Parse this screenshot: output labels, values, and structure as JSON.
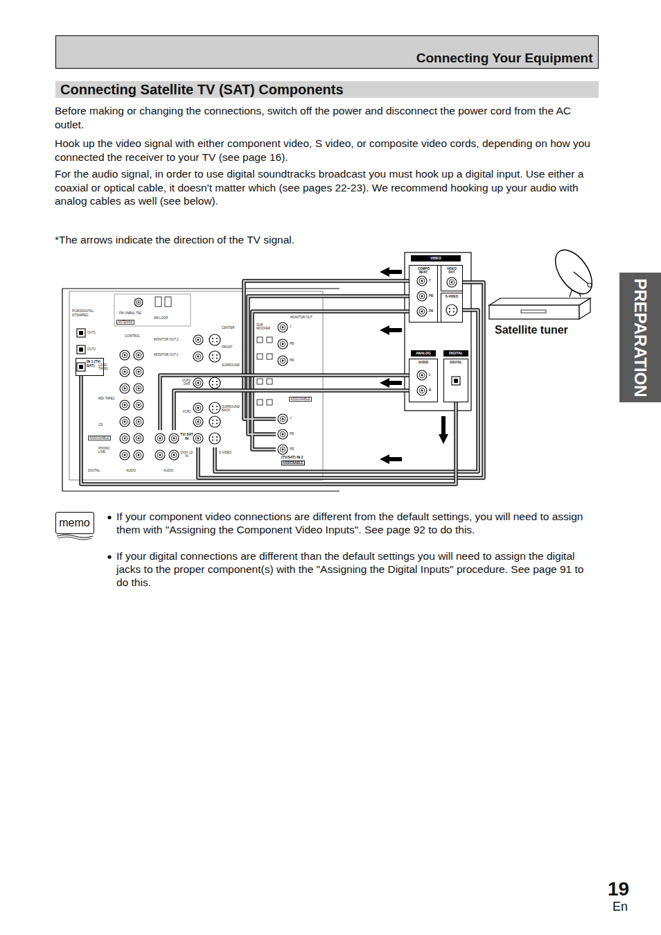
{
  "diagram": {
    "title": "Connecting Satellite TV (SAT) Components",
    "nodes": [
      {
        "text": [
          "Connecting Your Equipment"
        ]
      },
      {
        "text": [
          "VIDEO"
        ]
      },
      {
        "text": [
          "COMPO NENT"
        ],
        "in": 1
      },
      {
        "text": [
          "VIDEO OUT"
        ],
        "in": 1
      },
      {
        "text": [
          "S-VIDEO"
        ],
        "in": 1
      },
      {
        "text": [
          "ANALOG",
          "AUDIO"
        ]
      },
      {
        "text": [
          "DIGITAL",
          "DIGITAL"
        ]
      },
      {
        "text": [
          "IN 1 (TV/ SAT)"
        ]
      },
      {
        "text": [
          "TV/ SAT IN"
        ]
      },
      {
        "text": [
          "(TV/SAT) IN 2",
          "ASSIGNABLE"
        ]
      },
      {
        "text": [
          "memo"
        ]
      },
      {
        "text": [
          "PREPARATION"
        ]
      }
    ],
    "edges": [
      {
        "from": 2,
        "to": 9,
        "arrow": "none"
      },
      {
        "from": 3,
        "to": 8,
        "arrow": "none"
      },
      {
        "from": 4,
        "to": 8,
        "arrow": "none"
      },
      {
        "from": 5,
        "to": 8,
        "arrow": "none"
      },
      {
        "from": 6,
        "to": 7,
        "arrow": "none"
      }
    ],
    "labels": [
      "Before making or changing the connections, switch off the power and disconnect the power cord from the AC outlet.",
      "Hook up the video signal with either component video, S video, or composite video cords, depending on how you connected the receiver to your TV (see page 16).",
      "For the audio signal, in order to use digital soundtracks broadcast you must hook up a digital input. Use either a coaxial or optical cable, it doesn't matter which (see pages 22-23). We recommend hooking up your audio with analog cables as well (see below).",
      "*The arrows indicate the direction of the TV signal.",
      "Satellite tuner",
      "If your component video connections are different from the default settings, you will need to assign them with \"Assigning the Component Video Inputs\". See page 92 to do this.",
      "If your digital connections are different than the default settings you will need to assign the digital jacks to the proper component(s) with the \"Assigning the Digital Inputs\" procedure. See page 91 to do this.",
      "19",
      "En",
      "Y",
      "PB",
      "PR",
      "L",
      "R",
      "FM UNBAL 75Ω",
      "AM LOOP",
      "ANTENNA",
      "PCM/2DIGITAL DTS/MPEG",
      "OUT1",
      "OUT2",
      "CONTROL",
      "MONITOR OUT 2",
      "MONITOR OUT 1",
      "CD-R/ TAPE1",
      "MD/ TAPE2",
      "CD",
      "PHONO LINE",
      "ASSIGNABLE",
      "VCR1/ DVR",
      "VCR2",
      "DVD/ LD IN",
      "S VIDEO",
      "CENTER",
      "SUB WOOFER",
      "FRONT",
      "SURROUND",
      "SURROUND BACK",
      "MONITOR OUT",
      "Y",
      "PB",
      "PR",
      "ASSIGNABLE",
      "Y",
      "PB",
      "PR",
      "DIGITAL",
      "AUDIO",
      "AUDIO"
    ]
  }
}
